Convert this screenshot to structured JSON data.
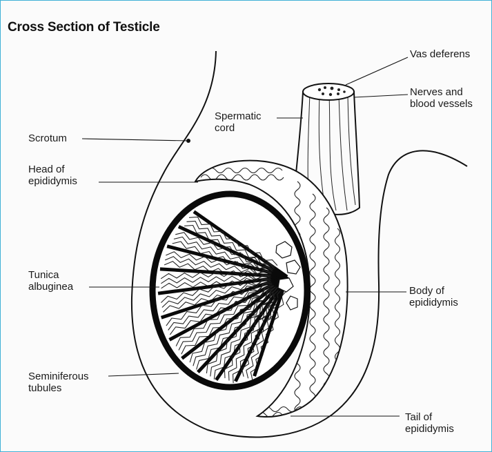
{
  "title": "Cross Section of Testicle",
  "colors": {
    "frame_border": "#3fb0d6",
    "ink": "#111111",
    "paper": "#fbfbfb"
  },
  "labels": {
    "vas_deferens": [
      "Vas deferens"
    ],
    "nerves_blood_vessels": [
      "Nerves and",
      "blood vessels"
    ],
    "spermatic_cord": [
      "Spermatic",
      "cord"
    ],
    "scrotum": [
      "Scrotum"
    ],
    "head_of_epididymis": [
      "Head of",
      "epididymis"
    ],
    "tunica_albuginea": [
      "Tunica",
      "albuginea"
    ],
    "body_of_epididymis": [
      "Body of",
      "epididymis"
    ],
    "seminiferous_tubules": [
      "Seminiferous",
      "tubules"
    ],
    "tail_of_epididymis": [
      "Tail of",
      "epididymis"
    ]
  }
}
